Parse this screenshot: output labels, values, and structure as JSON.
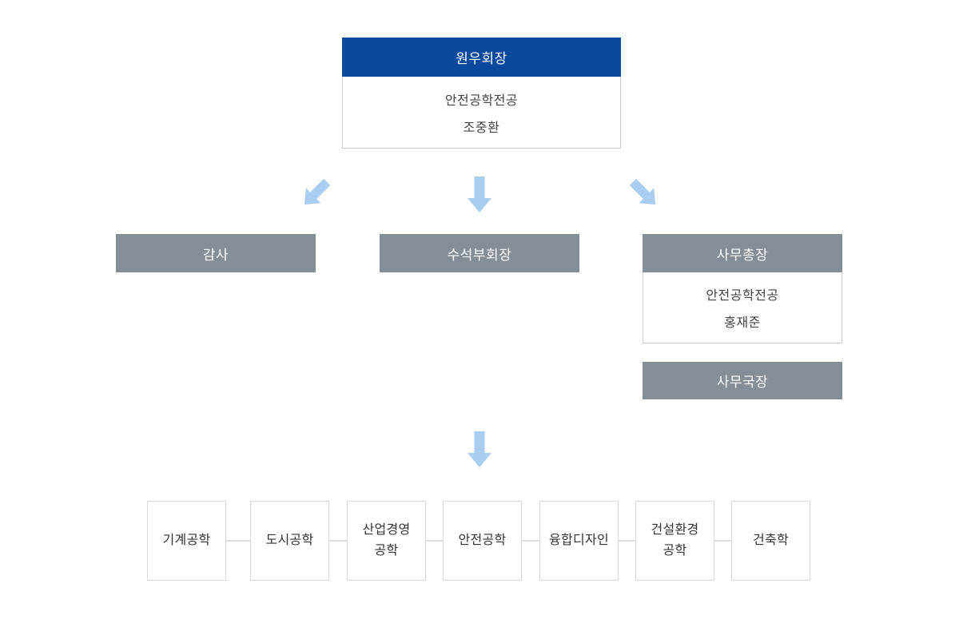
{
  "colors": {
    "header_blue": "#0a4a9e",
    "box_gray": "#858d97",
    "arrow_blue": "#a9cdf1",
    "body_border_gray": "#cccccc",
    "dept_border_gray": "#d8d8d8",
    "connector_gray": "#dddddd"
  },
  "org": {
    "president": {
      "title": "원우회장",
      "major": "안전공학전공",
      "name": "조중환"
    },
    "auditor": {
      "title": "감사"
    },
    "senior_vice_president": {
      "title": "수석부회장"
    },
    "secretary_general": {
      "title": "사무총장",
      "major": "안전공학전공",
      "name": "홍재준"
    },
    "office_director": {
      "title": "사무국장"
    },
    "departments": [
      "기계공학",
      "도시공학",
      "산업경영\n공학",
      "안전공학",
      "융합디자인",
      "건설환경\n공학",
      "건축학"
    ]
  }
}
